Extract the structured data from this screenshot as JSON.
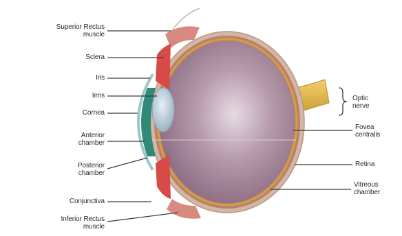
{
  "colors": {
    "sclera": "#c9a14e",
    "choroid": "#b26a4a",
    "retina": "#c58f3f",
    "vitreous": "#a88898",
    "iris_lens": "#3a9a8a",
    "optic_nerve": "#e0b24a",
    "leader": "#3a3a3a"
  },
  "labels": {
    "superior_rectus": "Superior Rectus\nmuscle",
    "sclera": "Sclera",
    "iris": "Iris",
    "lens": "lens",
    "cornea": "Cornea",
    "anterior_chamber": "Anterior\nchamber",
    "posterior_chamber": "Posterior\nchamber",
    "conjunctiva": "Conjunctiva",
    "inferior_rectus": "Inferior Rectus\nmuscle",
    "optic_nerve": "Optic\nnerve",
    "fovea_centralis": "Fovea\ncentralis",
    "retina": "Retina",
    "vitreous_chamber": "Vitreous\nchamber"
  }
}
